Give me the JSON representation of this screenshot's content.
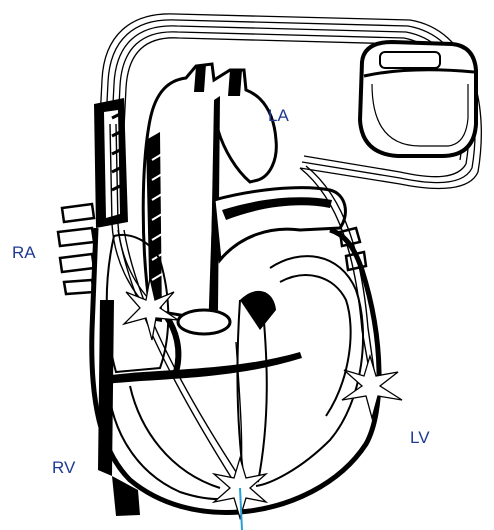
{
  "labels": {
    "la": "LA",
    "ra": "RA",
    "lv": "LV",
    "rv": "RV"
  },
  "colors": {
    "label_text": "#1f3a93",
    "outline": "#000000",
    "lead_tip": "#2a9fd6"
  },
  "icons": {
    "pacemaker": "pacemaker-generator-icon",
    "heart": "heart-cross-section",
    "pacing_site": "starburst-icon"
  }
}
